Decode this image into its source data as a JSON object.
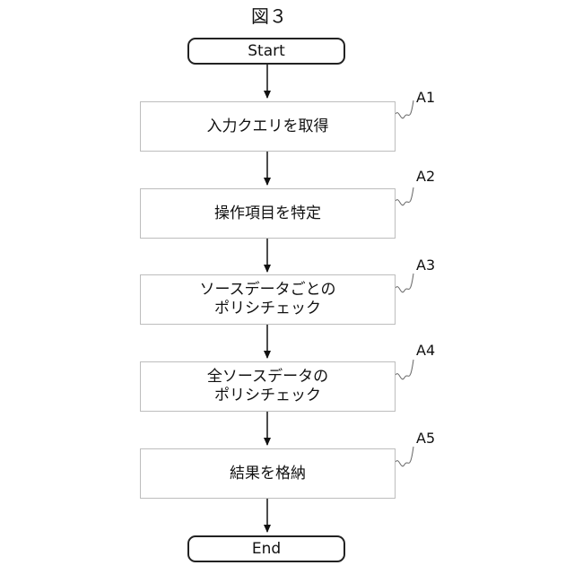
{
  "figure": {
    "title": "図３"
  },
  "flowchart": {
    "start": "Start",
    "end": "End",
    "steps": [
      {
        "label": "A1",
        "text": "入力クエリを取得"
      },
      {
        "label": "A2",
        "text": "操作項目を特定"
      },
      {
        "label": "A3",
        "text": "ソースデータごとの\nポリシチェック"
      },
      {
        "label": "A4",
        "text": "全ソースデータの\nポリシチェック"
      },
      {
        "label": "A5",
        "text": "結果を格納"
      }
    ]
  }
}
